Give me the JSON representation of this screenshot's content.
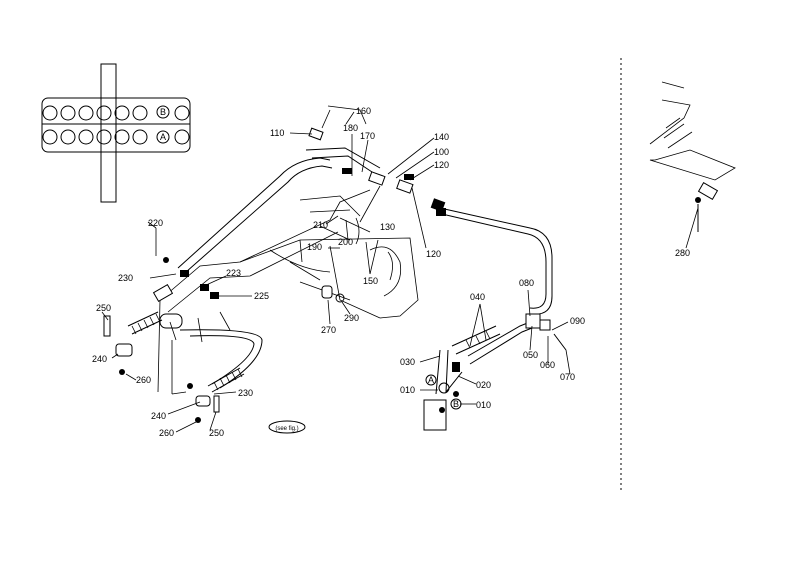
{
  "callouts": {
    "c010a": "010",
    "c010b": "010",
    "c020": "020",
    "c030": "030",
    "c040": "040",
    "c050": "050",
    "c060": "060",
    "c070": "070",
    "c080": "080",
    "c090": "090",
    "c100": "100",
    "c110": "110",
    "c120a": "120",
    "c120b": "120",
    "c130": "130",
    "c140": "140",
    "c150": "150",
    "c160": "160",
    "c170": "170",
    "c180": "180",
    "c190": "190",
    "c200": "200",
    "c210": "210",
    "c220": "220",
    "c223": "223",
    "c225": "225",
    "c230a": "230",
    "c230b": "230",
    "c240a": "240",
    "c240b": "240",
    "c250a": "250",
    "c250b": "250",
    "c260a": "260",
    "c260b": "260",
    "c270": "270",
    "c280": "280",
    "c290": "290"
  },
  "markers": {
    "a_port": "A",
    "b_port": "B"
  },
  "badge": "(see fig.)"
}
